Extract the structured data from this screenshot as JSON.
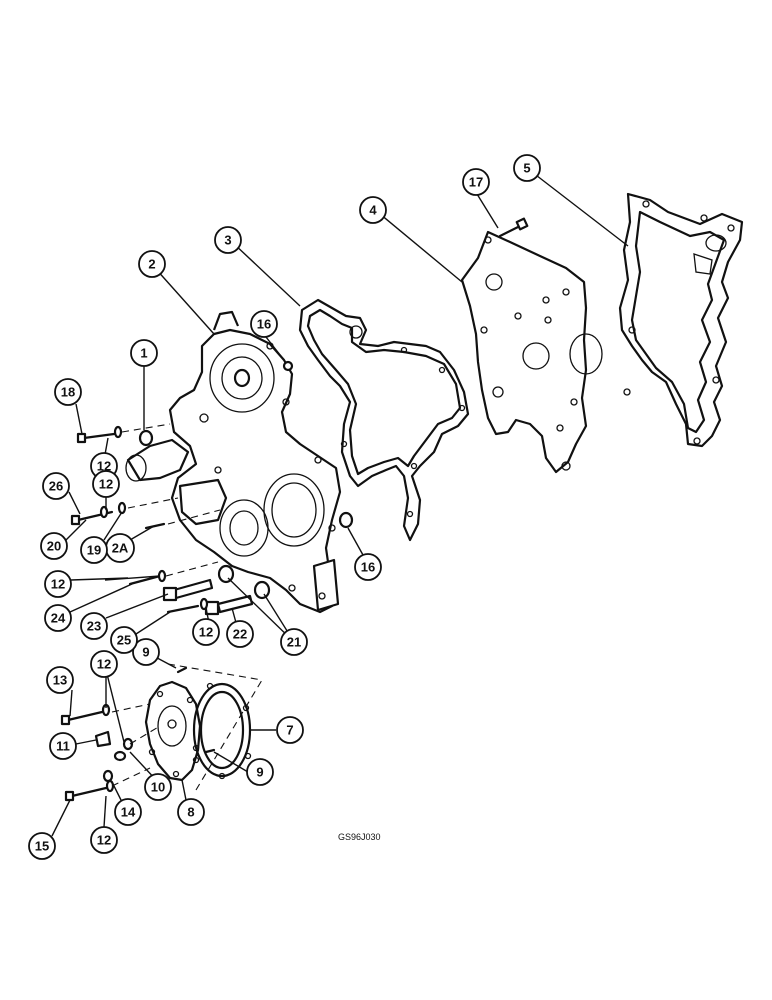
{
  "figure": {
    "reference_code": "GS96J030"
  },
  "callouts": [
    {
      "id": "c1",
      "label": "1"
    },
    {
      "id": "c2",
      "label": "2"
    },
    {
      "id": "c2a",
      "label": "2A"
    },
    {
      "id": "c3",
      "label": "3"
    },
    {
      "id": "c4",
      "label": "4"
    },
    {
      "id": "c5",
      "label": "5"
    },
    {
      "id": "c7",
      "label": "7"
    },
    {
      "id": "c8",
      "label": "8"
    },
    {
      "id": "c9a",
      "label": "9"
    },
    {
      "id": "c9b",
      "label": "9"
    },
    {
      "id": "c10",
      "label": "10"
    },
    {
      "id": "c11",
      "label": "11"
    },
    {
      "id": "c12a",
      "label": "12"
    },
    {
      "id": "c12b",
      "label": "12"
    },
    {
      "id": "c12c",
      "label": "12"
    },
    {
      "id": "c12d",
      "label": "12"
    },
    {
      "id": "c12e",
      "label": "12"
    },
    {
      "id": "c12f",
      "label": "12"
    },
    {
      "id": "c13",
      "label": "13"
    },
    {
      "id": "c14",
      "label": "14"
    },
    {
      "id": "c15",
      "label": "15"
    },
    {
      "id": "c16a",
      "label": "16"
    },
    {
      "id": "c16b",
      "label": "16"
    },
    {
      "id": "c17",
      "label": "17"
    },
    {
      "id": "c18",
      "label": "18"
    },
    {
      "id": "c19",
      "label": "19"
    },
    {
      "id": "c20",
      "label": "20"
    },
    {
      "id": "c21",
      "label": "21"
    },
    {
      "id": "c22",
      "label": "22"
    },
    {
      "id": "c23",
      "label": "23"
    },
    {
      "id": "c24",
      "label": "24"
    },
    {
      "id": "c25",
      "label": "25"
    },
    {
      "id": "c26",
      "label": "26"
    }
  ]
}
